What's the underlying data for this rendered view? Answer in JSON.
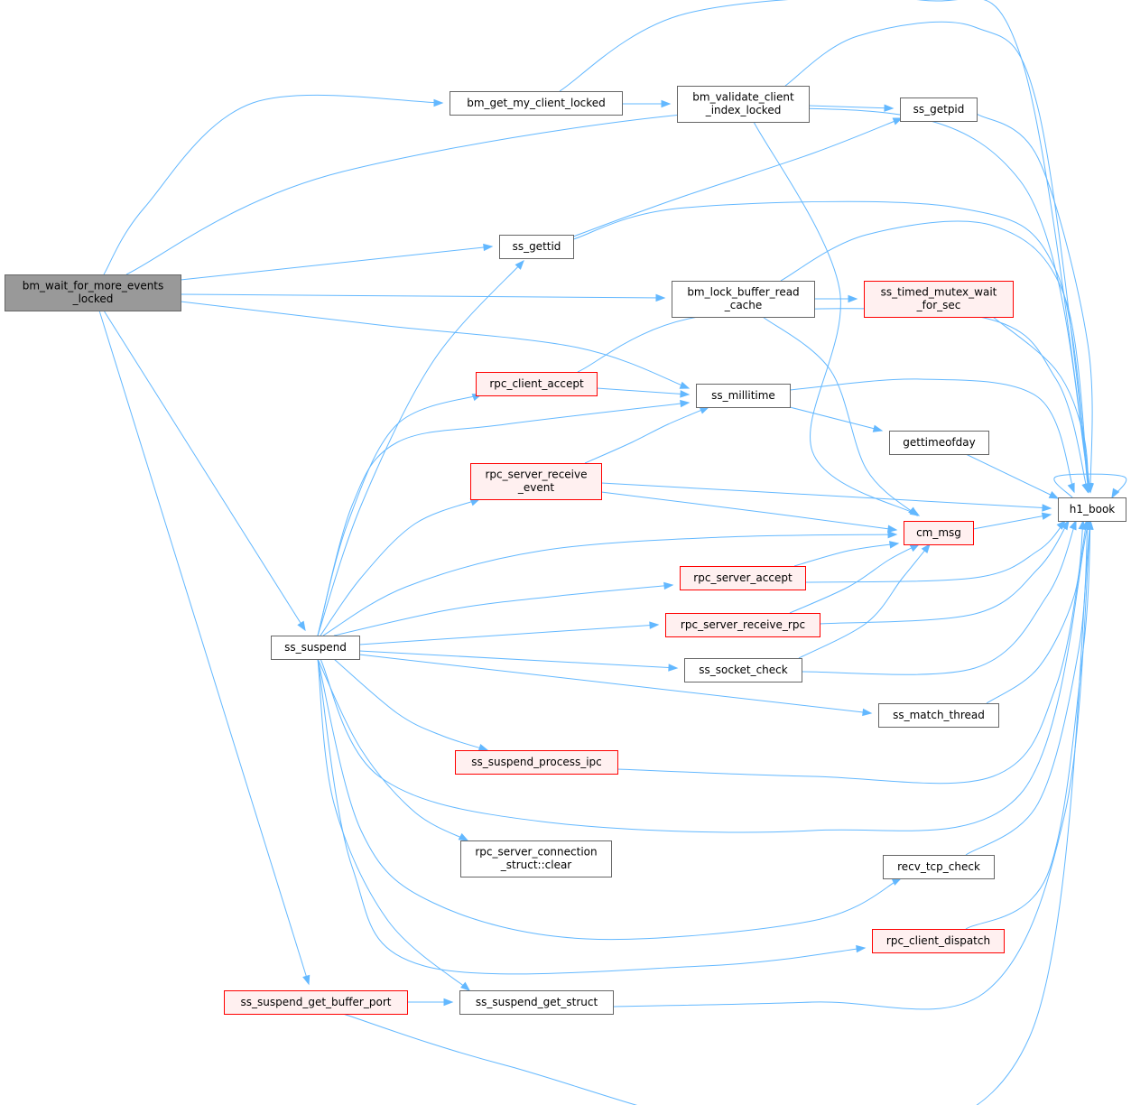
{
  "graph": {
    "colors": {
      "edge": "#63b8ff",
      "root_fill": "#999999",
      "root_border": "#666666",
      "normal_fill": "#ffffff",
      "normal_border": "#666666",
      "truncated_fill": "#fff0f0",
      "truncated_border": "#ff0000"
    },
    "nodes": [
      {
        "id": "bm_wait",
        "lines": [
          "bm_wait_for_more_events",
          "_locked"
        ],
        "style": "root"
      },
      {
        "id": "bm_get_my_client",
        "lines": [
          "bm_get_my_client_locked"
        ],
        "style": "normal"
      },
      {
        "id": "bm_validate",
        "lines": [
          "bm_validate_client",
          "_index_locked"
        ],
        "style": "normal"
      },
      {
        "id": "ss_getpid",
        "lines": [
          "ss_getpid"
        ],
        "style": "normal"
      },
      {
        "id": "ss_gettid",
        "lines": [
          "ss_gettid"
        ],
        "style": "normal"
      },
      {
        "id": "bm_lock",
        "lines": [
          "bm_lock_buffer_read",
          "_cache"
        ],
        "style": "normal"
      },
      {
        "id": "ss_timed",
        "lines": [
          "ss_timed_mutex_wait",
          "_for_sec"
        ],
        "style": "truncated"
      },
      {
        "id": "rpc_client_accept",
        "lines": [
          "rpc_client_accept"
        ],
        "style": "truncated"
      },
      {
        "id": "ss_millitime",
        "lines": [
          "ss_millitime"
        ],
        "style": "normal"
      },
      {
        "id": "gettimeofday",
        "lines": [
          "gettimeofday"
        ],
        "style": "normal"
      },
      {
        "id": "rpc_srv_recv_event",
        "lines": [
          "rpc_server_receive",
          "_event"
        ],
        "style": "truncated"
      },
      {
        "id": "h1_book",
        "lines": [
          "h1_book"
        ],
        "style": "normal"
      },
      {
        "id": "cm_msg",
        "lines": [
          "cm_msg"
        ],
        "style": "truncated"
      },
      {
        "id": "rpc_server_accept",
        "lines": [
          "rpc_server_accept"
        ],
        "style": "truncated"
      },
      {
        "id": "rpc_srv_recv_rpc",
        "lines": [
          "rpc_server_receive_rpc"
        ],
        "style": "truncated"
      },
      {
        "id": "ss_suspend",
        "lines": [
          "ss_suspend"
        ],
        "style": "normal"
      },
      {
        "id": "ss_socket_check",
        "lines": [
          "ss_socket_check"
        ],
        "style": "normal"
      },
      {
        "id": "ss_match_thread",
        "lines": [
          "ss_match_thread"
        ],
        "style": "normal"
      },
      {
        "id": "ss_suspend_ipc",
        "lines": [
          "ss_suspend_process_ipc"
        ],
        "style": "truncated"
      },
      {
        "id": "rpc_conn_clear",
        "lines": [
          "rpc_server_connection",
          "_struct::clear"
        ],
        "style": "normal"
      },
      {
        "id": "recv_tcp_check",
        "lines": [
          "recv_tcp_check"
        ],
        "style": "normal"
      },
      {
        "id": "rpc_client_dispatch",
        "lines": [
          "rpc_client_dispatch"
        ],
        "style": "truncated"
      },
      {
        "id": "ss_suspend_get_buffer_port",
        "lines": [
          "ss_suspend_get_buffer_port"
        ],
        "style": "truncated"
      },
      {
        "id": "ss_suspend_get_struct",
        "lines": [
          "ss_suspend_get_struct"
        ],
        "style": "normal"
      }
    ],
    "edges": [
      [
        "bm_wait",
        "bm_get_my_client"
      ],
      [
        "bm_wait",
        "h1_book"
      ],
      [
        "bm_wait",
        "ss_gettid"
      ],
      [
        "bm_wait",
        "bm_lock"
      ],
      [
        "bm_wait",
        "ss_millitime"
      ],
      [
        "bm_wait",
        "ss_suspend"
      ],
      [
        "bm_wait",
        "ss_suspend_get_buffer_port"
      ],
      [
        "bm_get_my_client",
        "bm_validate"
      ],
      [
        "bm_get_my_client",
        "h1_book"
      ],
      [
        "bm_validate",
        "ss_getpid"
      ],
      [
        "bm_validate",
        "h1_book"
      ],
      [
        "bm_validate",
        "cm_msg"
      ],
      [
        "ss_getpid",
        "h1_book"
      ],
      [
        "ss_gettid",
        "ss_getpid"
      ],
      [
        "ss_gettid",
        "h1_book"
      ],
      [
        "bm_lock",
        "ss_timed"
      ],
      [
        "bm_lock",
        "h1_book"
      ],
      [
        "bm_lock",
        "cm_msg"
      ],
      [
        "ss_timed",
        "h1_book"
      ],
      [
        "rpc_client_accept",
        "ss_millitime"
      ],
      [
        "rpc_client_accept",
        "h1_book"
      ],
      [
        "ss_millitime",
        "gettimeofday"
      ],
      [
        "ss_millitime",
        "h1_book"
      ],
      [
        "gettimeofday",
        "h1_book"
      ],
      [
        "rpc_srv_recv_event",
        "ss_millitime"
      ],
      [
        "rpc_srv_recv_event",
        "h1_book"
      ],
      [
        "rpc_srv_recv_event",
        "cm_msg"
      ],
      [
        "cm_msg",
        "h1_book"
      ],
      [
        "h1_book",
        "h1_book"
      ],
      [
        "rpc_server_accept",
        "cm_msg"
      ],
      [
        "rpc_server_accept",
        "h1_book"
      ],
      [
        "rpc_srv_recv_rpc",
        "cm_msg"
      ],
      [
        "rpc_srv_recv_rpc",
        "h1_book"
      ],
      [
        "ss_socket_check",
        "cm_msg"
      ],
      [
        "ss_socket_check",
        "h1_book"
      ],
      [
        "ss_match_thread",
        "h1_book"
      ],
      [
        "ss_suspend_ipc",
        "h1_book"
      ],
      [
        "recv_tcp_check",
        "h1_book"
      ],
      [
        "rpc_client_dispatch",
        "h1_book"
      ],
      [
        "ss_suspend_get_struct",
        "h1_book"
      ],
      [
        "ss_suspend_get_buffer_port",
        "ss_suspend_get_struct"
      ],
      [
        "ss_suspend_get_buffer_port",
        "h1_book"
      ],
      [
        "ss_suspend",
        "ss_gettid"
      ],
      [
        "ss_suspend",
        "rpc_client_accept"
      ],
      [
        "ss_suspend",
        "ss_millitime"
      ],
      [
        "ss_suspend",
        "rpc_srv_recv_event"
      ],
      [
        "ss_suspend",
        "cm_msg"
      ],
      [
        "ss_suspend",
        "rpc_server_accept"
      ],
      [
        "ss_suspend",
        "rpc_srv_recv_rpc"
      ],
      [
        "ss_suspend",
        "ss_socket_check"
      ],
      [
        "ss_suspend",
        "ss_match_thread"
      ],
      [
        "ss_suspend",
        "ss_suspend_ipc"
      ],
      [
        "ss_suspend",
        "h1_book"
      ],
      [
        "ss_suspend",
        "rpc_conn_clear"
      ],
      [
        "ss_suspend",
        "recv_tcp_check"
      ],
      [
        "ss_suspend",
        "rpc_client_dispatch"
      ],
      [
        "ss_suspend",
        "ss_suspend_get_struct"
      ]
    ]
  }
}
